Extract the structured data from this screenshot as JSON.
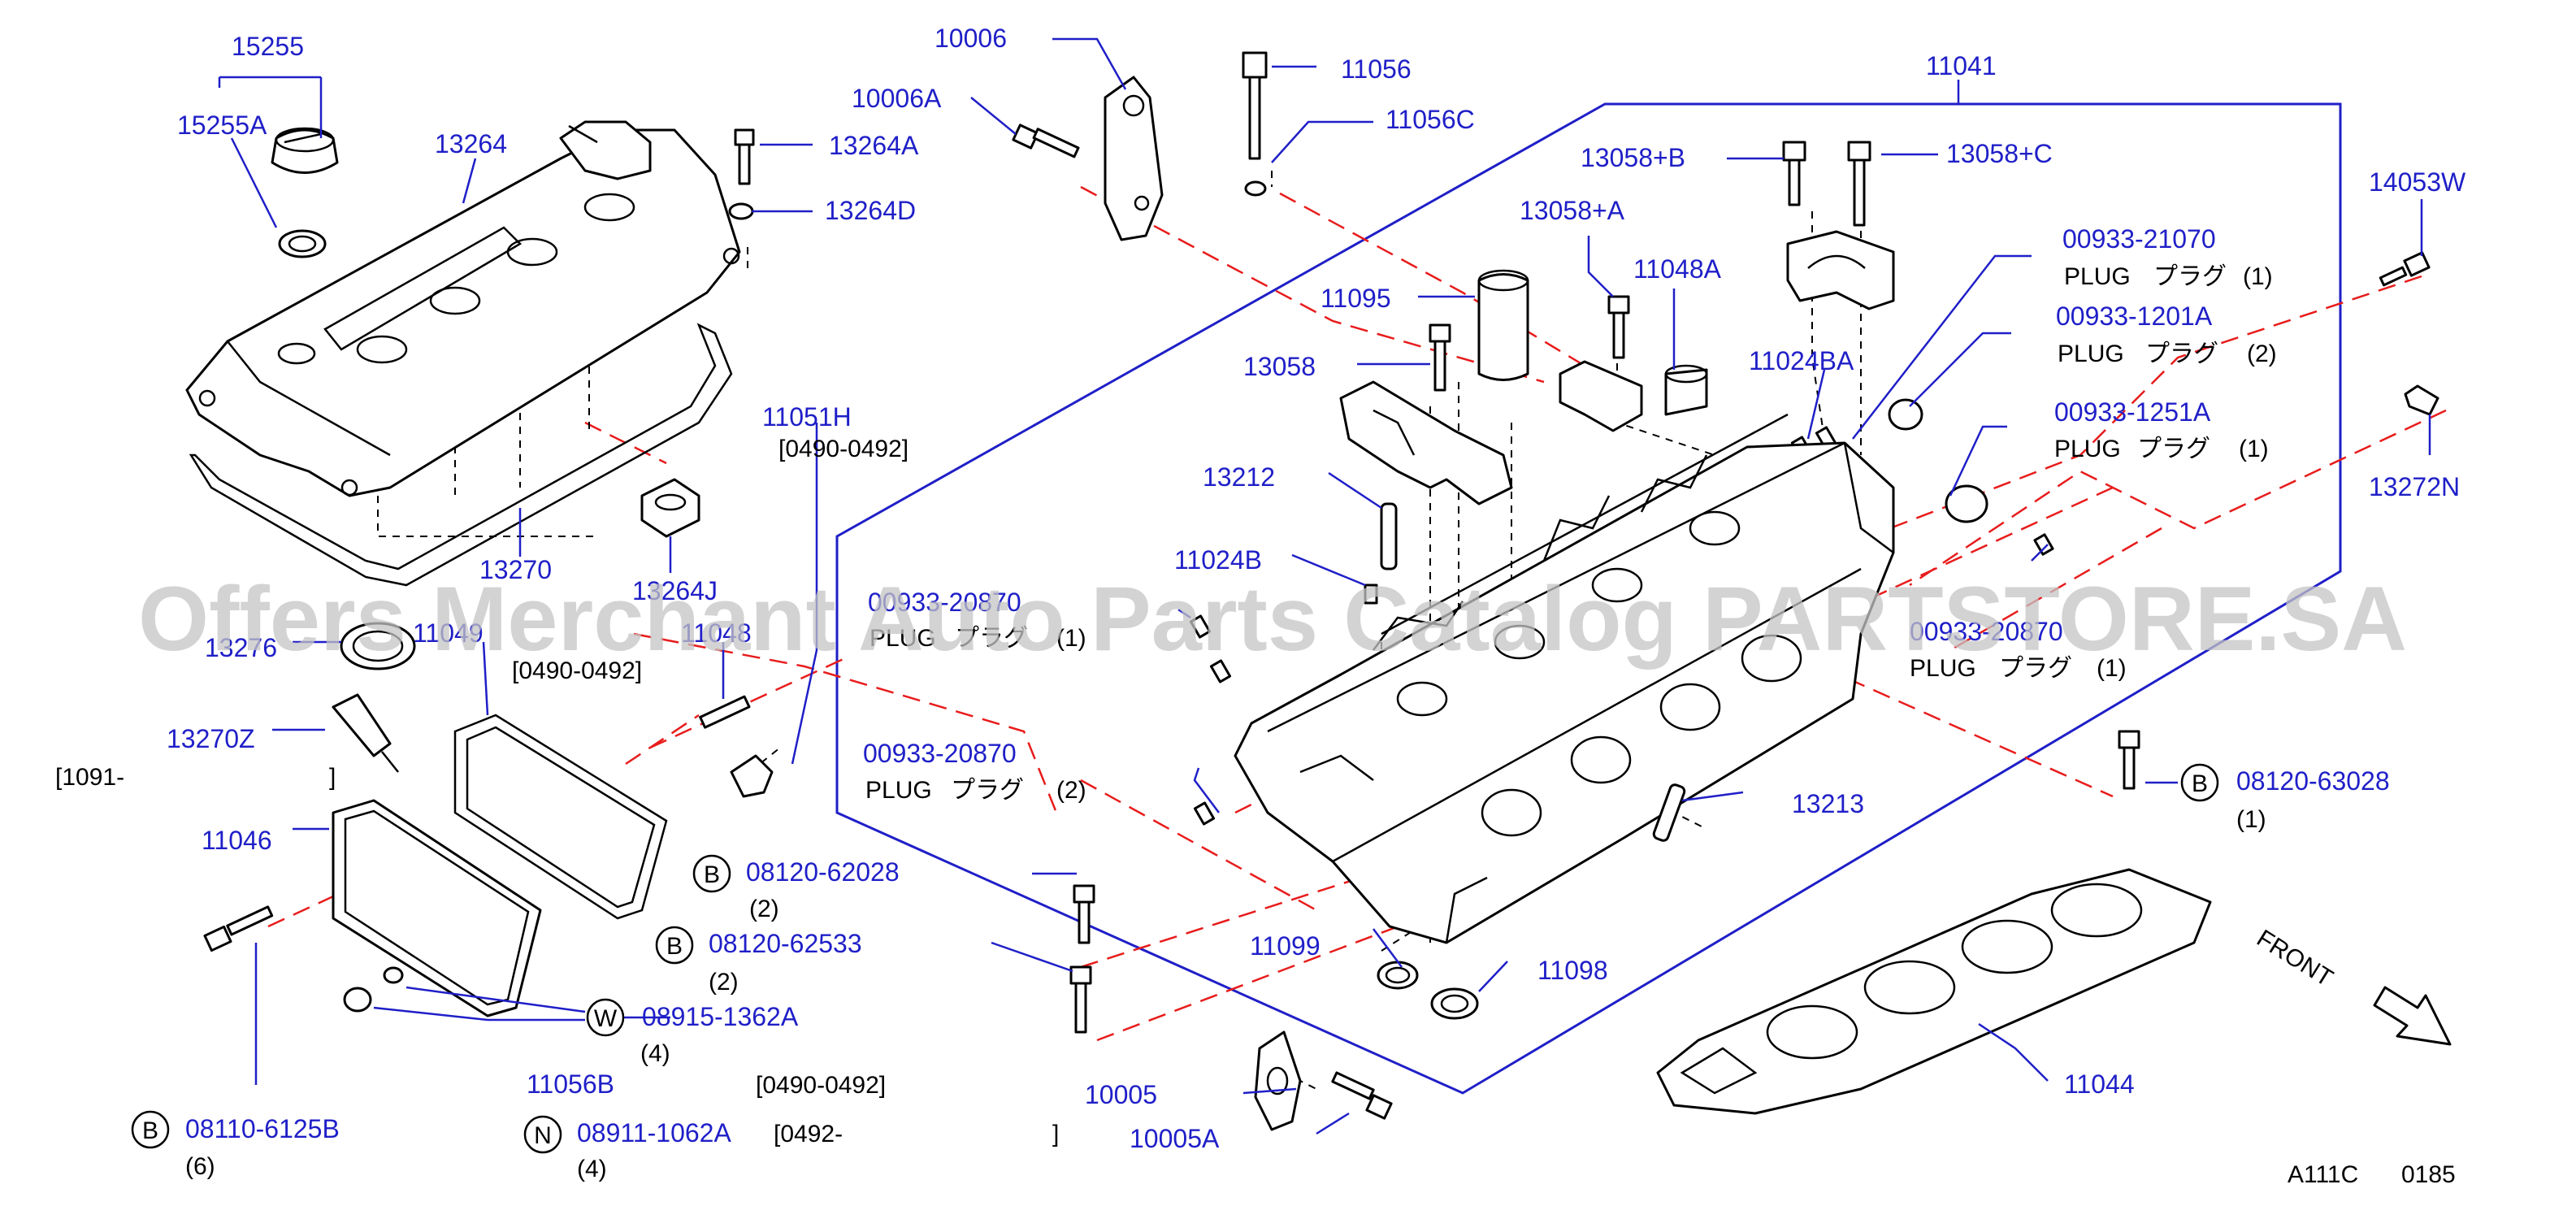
{
  "diagram_id": "A111C",
  "diagram_code": "0185",
  "watermark": "Offers Merchant Auto Parts Catalog PARTSTORE.SA",
  "front_label": "FRONT",
  "parts": {
    "p15255": "15255",
    "p15255A": "15255A",
    "p13264": "13264",
    "p13264A": "13264A",
    "p13264D": "13264D",
    "p10006": "10006",
    "p10006A": "10006A",
    "p11056": "11056",
    "p11056C": "11056C",
    "p11041": "11041",
    "p13058B": "13058+B",
    "p13058C": "13058+C",
    "p14053W": "14053W",
    "p13058A": "13058+A",
    "p11048A": "11048A",
    "p11095": "11095",
    "p13058": "13058",
    "p11024BA": "11024BA",
    "p13272N": "13272N",
    "p13270": "13270",
    "p13264J": "13264J",
    "p11051H": "11051H",
    "p13212": "13212",
    "p11024B": "11024B",
    "p13276": "13276",
    "p11049": "11049",
    "p11048": "11048",
    "p13270Z": "13270Z",
    "p11046": "11046",
    "p11213": "13213",
    "p11099": "11099",
    "p11098": "11098",
    "p11056B": "11056B",
    "p10005": "10005",
    "p10005A": "10005A",
    "p11044": "11044",
    "plug1": "00933-21070",
    "plug2": "00933-1201A",
    "plug3": "00933-1251A",
    "plug4": "00933-20870",
    "plug5": "00933-20870",
    "plug6": "00933-20870",
    "b1": "08120-62028",
    "b2": "08120-62533",
    "w1": "08915-1362A",
    "b3": "08110-6125B",
    "n1": "08911-1062A",
    "b4": "08120-63028"
  },
  "texts": {
    "plug_label": "PLUG",
    "plug_jp": "プラグ",
    "q1": "(1)",
    "q2": "(2)",
    "q4": "(4)",
    "q6": "(6)",
    "date1": "[0490-0492]",
    "date2": "[0490-0492]",
    "date3": "[0490-0492]",
    "date4a": "[0492-",
    "date4b": "]",
    "date5a": "[1091-",
    "date5b": "]",
    "mark_b": "B",
    "mark_w": "W",
    "mark_n": "N"
  },
  "colors": {
    "part_number": "#1f1fc8",
    "phantom_line": "#e81c1c",
    "outline": "#000000",
    "watermark": "#c4c4c4"
  }
}
